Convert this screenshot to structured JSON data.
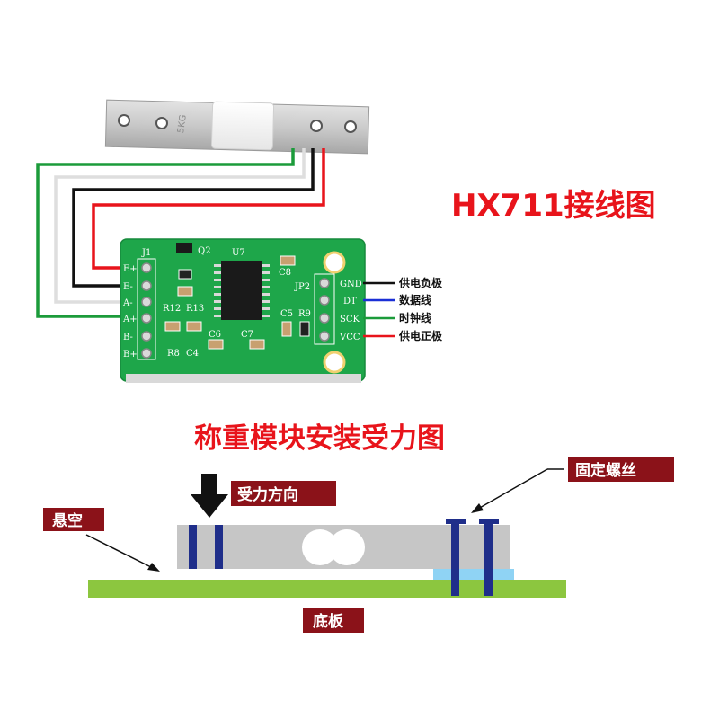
{
  "wiring_title": "HX711接线图",
  "mounting_title": "称重模块安装受力图",
  "load_cell": {
    "engraving": "5KG"
  },
  "board": {
    "header_left_name": "J1",
    "header_left_pins": [
      "E+",
      "E-",
      "A-",
      "A+",
      "B-",
      "B+"
    ],
    "header_right_name": "JP2",
    "header_right_pins": [
      "GND",
      "DT",
      "SCK",
      "VCC"
    ],
    "ic_name": "U7",
    "transistor_name": "Q2",
    "component_labels": [
      "C8",
      "R12",
      "R13",
      "R8",
      "C4",
      "C6",
      "C7",
      "C5",
      "R9"
    ]
  },
  "pin_descriptions": [
    {
      "text": "供电负极",
      "wire_color": "#111111"
    },
    {
      "text": "数据线",
      "wire_color": "#1a2fd6"
    },
    {
      "text": "时钟线",
      "wire_color": "#1b9b3a"
    },
    {
      "text": "供电正极",
      "wire_color": "#e8141b"
    }
  ],
  "wire_colors": {
    "green": "#1b9b3a",
    "white": "#e6e6e6",
    "black": "#111111",
    "red": "#e8141b"
  },
  "mounting_labels": {
    "force_direction": "受力方向",
    "suspended": "悬空",
    "fixing_screws": "固定螺丝",
    "base_plate": "底板"
  },
  "colors": {
    "title": "#e8141b",
    "label_box": "#8b1219",
    "board": "#1ea64a",
    "base_plate": "#8cc63f",
    "spacer": "#8fd3f4",
    "screw": "#1f2e8a",
    "beam": "#c4c4c4"
  }
}
